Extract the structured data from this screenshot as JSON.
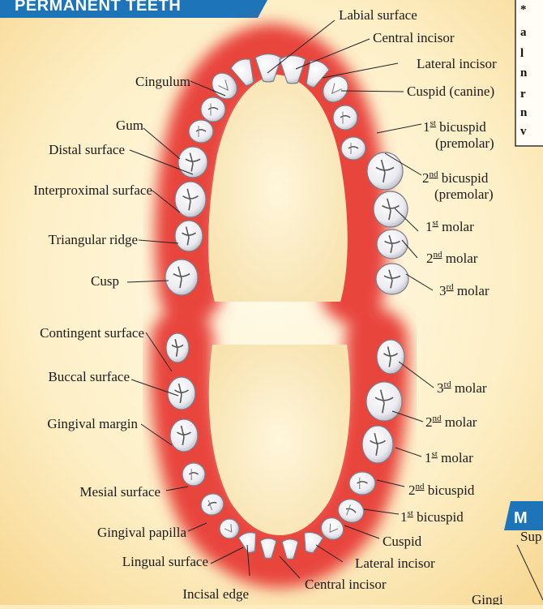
{
  "title": "PERMANENT TEETH",
  "upper_labels_left": [
    {
      "name": "label-cingulum",
      "text": "Cingulum"
    },
    {
      "name": "label-gum",
      "text": "Gum"
    },
    {
      "name": "label-distal-surface",
      "text": "Distal surface"
    },
    {
      "name": "label-interproximal-surface",
      "text": "Interproximal surface"
    },
    {
      "name": "label-triangular-ridge",
      "text": "Triangular ridge"
    },
    {
      "name": "label-cusp",
      "text": "Cusp"
    }
  ],
  "upper_labels_right": [
    {
      "name": "label-labial-surface",
      "text": "Labial surface"
    },
    {
      "name": "label-upper-central-incisor",
      "text": "Central incisor"
    },
    {
      "name": "label-upper-lateral-incisor",
      "text": "Lateral incisor"
    },
    {
      "name": "label-upper-cuspid",
      "text": "Cuspid (canine)"
    },
    {
      "name": "label-upper-1st-bicuspid",
      "num": "1",
      "sup": "st",
      "text": " bicuspid",
      "line2": "(premolar)"
    },
    {
      "name": "label-upper-2nd-bicuspid",
      "num": "2",
      "sup": "nd",
      "text": " bicuspid",
      "line2": "(premolar)"
    },
    {
      "name": "label-upper-1st-molar",
      "num": "1",
      "sup": "st",
      "text": "  molar"
    },
    {
      "name": "label-upper-2nd-molar",
      "num": "2",
      "sup": "nd",
      "text": " molar"
    },
    {
      "name": "label-upper-3rd-molar",
      "num": "3",
      "sup": "rd",
      "text": "  molar"
    }
  ],
  "lower_labels_left": [
    {
      "name": "label-contingent-surface",
      "text": "Contingent surface"
    },
    {
      "name": "label-buccal-surface",
      "text": "Buccal surface"
    },
    {
      "name": "label-gingival-margin",
      "text": "Gingival margin"
    },
    {
      "name": "label-mesial-surface",
      "text": "Mesial surface"
    },
    {
      "name": "label-gingival-papilla",
      "text": "Gingival papilla"
    },
    {
      "name": "label-lingual-surface",
      "text": "Lingual surface"
    },
    {
      "name": "label-incisal-edge",
      "text": "Incisal edge"
    }
  ],
  "lower_labels_right": [
    {
      "name": "label-lower-3rd-molar",
      "num": "3",
      "sup": "rd",
      "text": "  molar"
    },
    {
      "name": "label-lower-2nd-molar",
      "num": "2",
      "sup": "nd",
      "text": "  molar"
    },
    {
      "name": "label-lower-1st-molar",
      "num": "1",
      "sup": "st",
      "text": "  molar"
    },
    {
      "name": "label-lower-2nd-bicuspid",
      "num": "2",
      "sup": "nd",
      "text": "  bicuspid"
    },
    {
      "name": "label-lower-1st-bicuspid",
      "num": "1",
      "sup": "st",
      "text": "  bicuspid"
    },
    {
      "name": "label-lower-cuspid",
      "text": "Cuspid"
    },
    {
      "name": "label-lower-lateral-incisor",
      "text": "Lateral incisor"
    },
    {
      "name": "label-lower-central-incisor",
      "text": "Central incisor"
    }
  ],
  "note_lines": [
    "*",
    "a",
    "l",
    "n",
    "r",
    "n",
    "v"
  ],
  "side_banner_letter": "M",
  "cutoff_labels": {
    "sup": "Sup",
    "gingi": "Gingi"
  },
  "colors": {
    "banner": "#1d74b8",
    "background": "#fcecc0",
    "gum": "#e8453c",
    "tooth": "#f4f4f6"
  }
}
